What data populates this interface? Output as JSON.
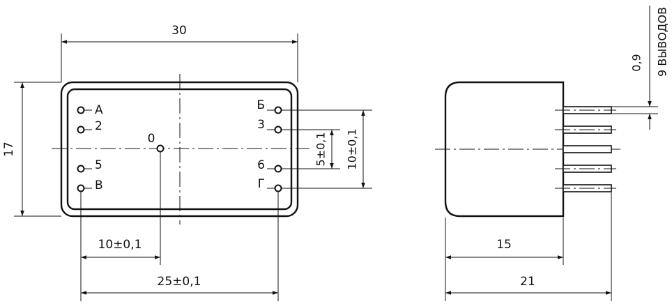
{
  "front_view": {
    "pins_left": [
      "А",
      "2",
      "5",
      "В"
    ],
    "pins_right": [
      "Б",
      "3",
      "6",
      "Г"
    ],
    "pin_center": "0",
    "dims": {
      "width": "30",
      "height": "17",
      "pitch_small": "5±0,1",
      "pitch_large": "10±0,1",
      "offset_center": "10±0,1",
      "pin_span": "25±0,1"
    }
  },
  "side_view": {
    "dims": {
      "body_length": "15",
      "total_length": "21",
      "lead_diameter": "0,9",
      "lead_note": "9 ВЫВОДОВ"
    }
  }
}
